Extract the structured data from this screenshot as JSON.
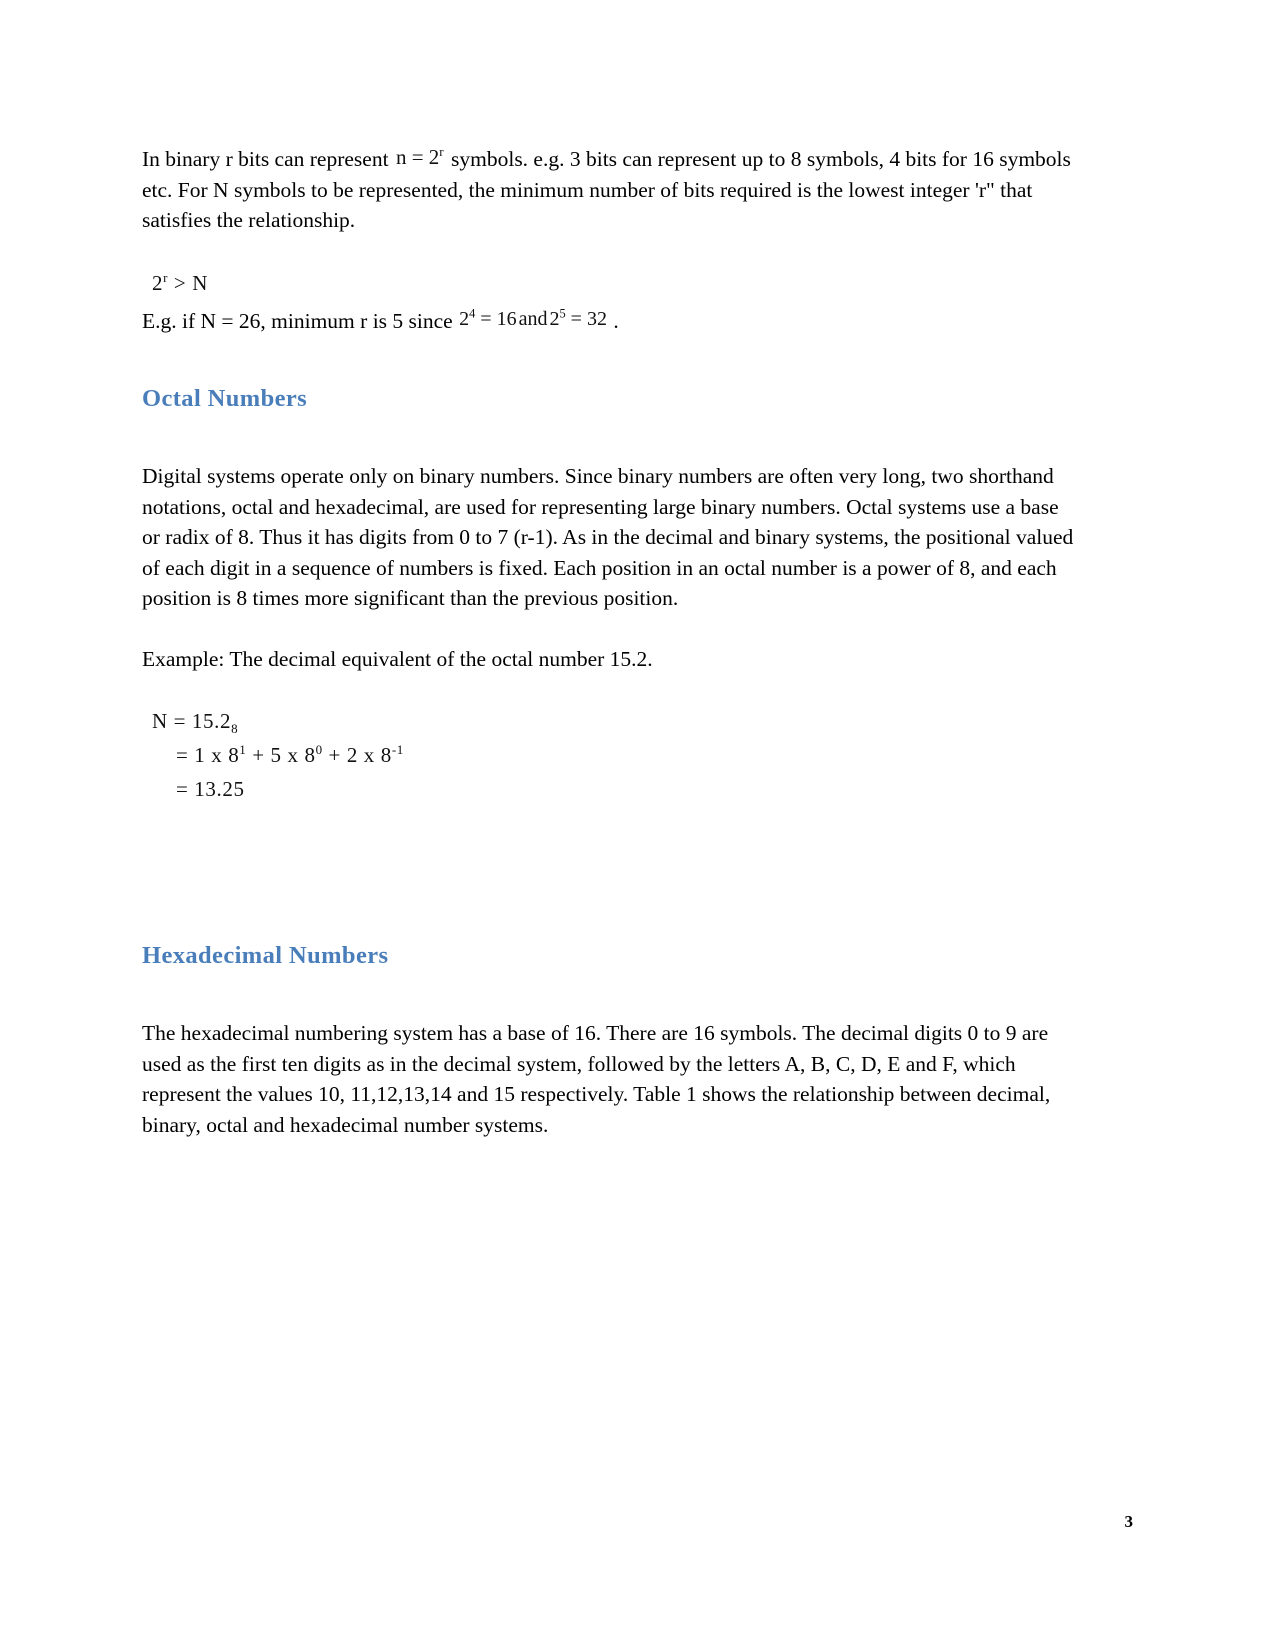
{
  "document": {
    "page_number": "3",
    "heading_color": "#4a7ebb",
    "body_color": "#000000"
  },
  "intro": {
    "text_before_eq": "In binary r bits can represent ",
    "eq_n_equals_2r": {
      "base_left": "n = 2",
      "exponent": "r",
      "plain": "n = 2^r"
    },
    "text_after_eq": " symbols. e.g. 3 bits can represent up to 8 symbols, 4 bits for 16 symbols etc. For N symbols to be represented, the minimum number of bits required is the lowest integer 'r\" that satisfies the relationship."
  },
  "relationship": {
    "eq_2r_gt_n": {
      "base": "2",
      "exponent": "r",
      "operator": " > ",
      "right": "N",
      "plain": "2^r > N"
    },
    "example_text_before": "E.g. if N = 26, minimum r is 5 since ",
    "eq_2_4_eq_16": {
      "base": "2",
      "exponent": "4",
      "rest": " = 16"
    },
    "eq_and": " and ",
    "eq_2_5_eq_32": {
      "base": "2",
      "exponent": "5",
      "rest": " = 32"
    },
    "example_text_after": " ."
  },
  "octal": {
    "heading": "Octal Numbers",
    "paragraph": "Digital systems operate only on binary numbers. Since binary numbers are often very long, two shorthand notations, octal and hexadecimal, are used for representing large binary numbers. Octal systems use a base or radix of 8. Thus it has digits from 0 to 7 (r-1). As in the decimal and binary systems, the positional valued of each digit in a sequence of numbers is fixed. Each position in an octal number is a power of 8, and each position is 8 times more significant than the previous position.",
    "example_intro": "Example: The decimal equivalent of the octal number 15.2.",
    "math": {
      "line1": {
        "lhs": "N = 15.2",
        "subscript": "8",
        "plain": "N = 15.2_8"
      },
      "line2": {
        "prefix": "= 1 x 8",
        "exp1": "1",
        "mid1": " + 5 x 8",
        "exp2": "0",
        "mid2": " + 2 x 8",
        "exp3": "-1",
        "plain": "= 1 x 8^1 + 5 x 8^0 + 2 x 8^-1"
      },
      "line3": {
        "text": "= 13.25"
      }
    }
  },
  "hexadecimal": {
    "heading": "Hexadecimal Numbers",
    "paragraph": "The hexadecimal numbering system has a base of 16. There are 16 symbols. The decimal digits 0 to 9 are used as the first ten digits as in the decimal system, followed by the letters A, B, C, D, E and F, which represent the values 10, 11,12,13,14 and 15 respectively. Table 1 shows the relationship between decimal, binary, octal and hexadecimal number systems."
  }
}
